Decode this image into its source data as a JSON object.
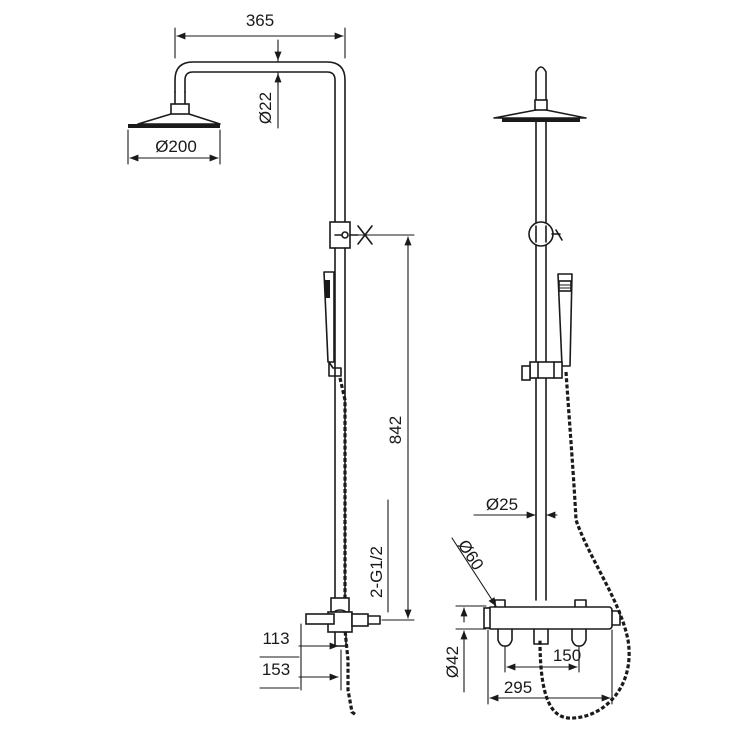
{
  "dimensions": {
    "arm_reach": "365",
    "arm_pipe_diameter": "Ø22",
    "head_diameter": "Ø200",
    "rail_height": "842",
    "inlet_thread": "2-G1/2",
    "offset_113": "113",
    "offset_153": "153",
    "pipe_diameter": "Ø25",
    "knob_diameter": "Ø60",
    "body_diameter": "Ø42",
    "inlet_centres": "150",
    "body_width": "295"
  },
  "colors": {
    "line": "#1a1a1a",
    "background": "#ffffff"
  }
}
